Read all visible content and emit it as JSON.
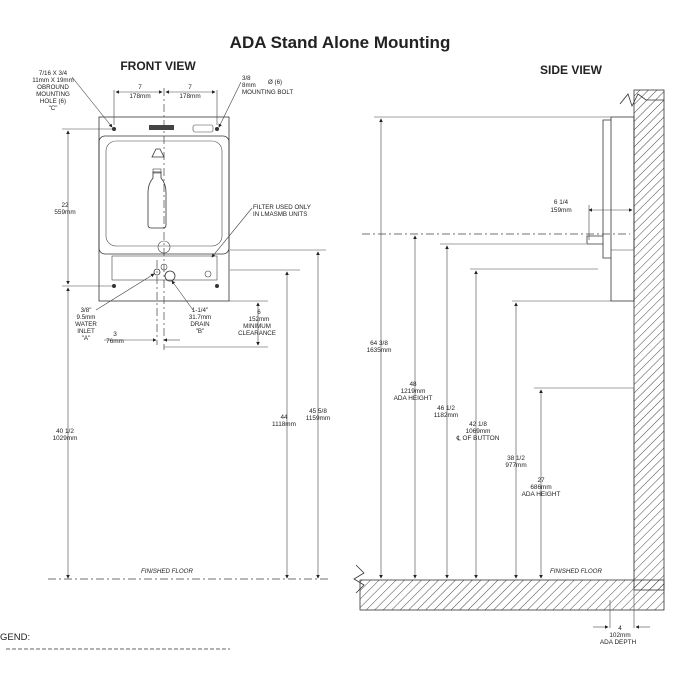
{
  "title": "ADA Stand Alone Mounting",
  "front": {
    "heading": "FRONT VIEW",
    "oblong_hole": [
      "7/16 X 3/4",
      "11mm X 19mm",
      "OBROUND",
      "MOUNTING",
      "HOLE (6)",
      "\"C\""
    ],
    "half_width_left": [
      "7",
      "178mm"
    ],
    "half_width_right": [
      "7",
      "178mm"
    ],
    "bolt": [
      "3/8",
      "8mm",
      "Ø (6)",
      "MOUNTING BOLT"
    ],
    "height_22": [
      "22",
      "559mm"
    ],
    "filter_note": [
      "FILTER USED ONLY",
      "IN LMASMB UNITS"
    ],
    "water_inlet": [
      "3/8\"",
      "9.5mm",
      "WATER",
      "INLET",
      "\"A\""
    ],
    "drain": [
      "1-1/4\"",
      "31.7mm",
      "DRAIN",
      "\"B\""
    ],
    "inlet_offset": [
      "3",
      "76mm"
    ],
    "clearance": [
      "6",
      "152mm",
      "MINIMUM",
      "CLEARANCE"
    ],
    "h_40": [
      "40 1/2",
      "1029mm"
    ],
    "h_44": [
      "44",
      "1118mm"
    ],
    "h_45": [
      "45 5/8",
      "1159mm"
    ],
    "floor": "FINISHED FLOOR"
  },
  "side": {
    "heading": "SIDE VIEW",
    "depth_6": [
      "6 1/4",
      "159mm"
    ],
    "h_64": [
      "64 3/8",
      "1635mm"
    ],
    "h_48": [
      "48",
      "1219mm",
      "ADA HEIGHT"
    ],
    "h_46": [
      "46 1/2",
      "1182mm"
    ],
    "h_42": [
      "42 1/8",
      "1069mm",
      "℄ OF BUTTON"
    ],
    "h_38": [
      "38 1/2",
      "977mm"
    ],
    "h_27": [
      "27",
      "686mm",
      "ADA HEIGHT"
    ],
    "floor": "FINISHED FLOOR",
    "ada_depth": [
      "4",
      "102mm",
      "ADA DEPTH"
    ]
  },
  "legend": "GEND:",
  "colors": {
    "ink": "#222222",
    "hatch": "#333333",
    "paper": "#ffffff"
  }
}
